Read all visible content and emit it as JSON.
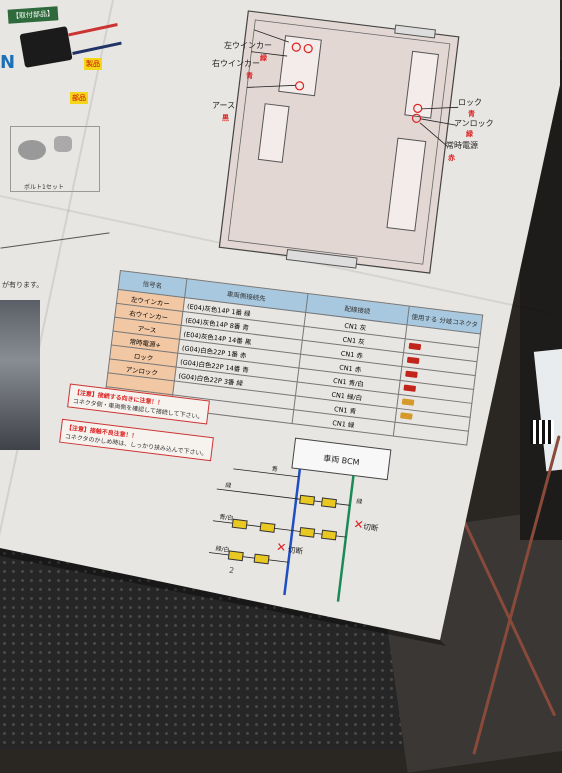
{
  "bcm_diagram": {
    "labels": {
      "left_winker": "左ウインカー",
      "left_winker_color": "緑",
      "right_winker": "右ウインカー",
      "right_winker_color": "青",
      "earth": "アース",
      "earth_color": "黒",
      "lock": "ロック",
      "lock_color": "青",
      "unlock": "アンロック",
      "unlock_color": "緑",
      "constant_power": "常時電源",
      "constant_power_color": "赤"
    }
  },
  "table": {
    "headers": [
      "信号名",
      "車両側接続先",
      "配線接続",
      "使用する\n分岐コネクタ"
    ],
    "rows": [
      {
        "name": "左ウインカー",
        "vehicle": "(E04)灰色14P 1番 緑",
        "bcm": "CN1 灰"
      },
      {
        "name": "右ウインカー",
        "vehicle": "(E04)灰色14P 8番 青",
        "bcm": "CN1 灰"
      },
      {
        "name": "アース",
        "vehicle": "(E04)灰色14P 14番 黒",
        "bcm": "CN1 赤"
      },
      {
        "name": "常時電源+",
        "vehicle": "(G04)白色22P 1番 赤",
        "bcm": "CN1 赤"
      },
      {
        "name": "ロック",
        "vehicle": "(G04)白色22P 14番 青",
        "bcm": "CN1 青/白"
      },
      {
        "name": "アンロック",
        "vehicle": "(G04)白色22P 3番 緑",
        "bcm": "CN1 緑/白"
      },
      {
        "name": "",
        "vehicle": "",
        "bcm": "CN1 青"
      },
      {
        "name": "",
        "vehicle": "",
        "bcm": "CN1 緑"
      }
    ]
  },
  "notes": {
    "note1_title": "【注意】接続する向きに注意！！",
    "note1_body": "コネクタ側・車両側を確認して接続して下さい。",
    "note2_title": "【注意】接触不良注意！！",
    "note2_body": "コネクタのかしめ時は、しっかり挟み込んで下さい。"
  },
  "wiring": {
    "bcm_label": "車両 BCM",
    "wire_blue": "青",
    "wire_green": "緑",
    "wire_blue_white": "青/白",
    "wire_green_white": "緑/白",
    "cut1": "切断",
    "cut2": "切断"
  },
  "page_number": "2",
  "left_page": {
    "title": "【取付部品】",
    "blue_text": "N",
    "tag1": "製品",
    "tag2": "部品",
    "bolt_label": "ボルト1セット",
    "bottom_text": "が有ります。"
  }
}
